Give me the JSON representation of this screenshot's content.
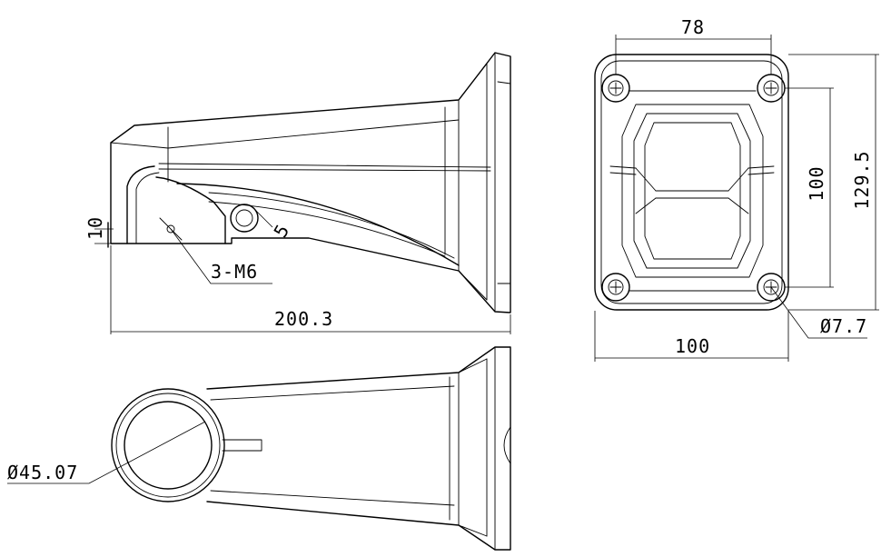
{
  "dimensions": {
    "overall_length": "200.3",
    "thread_label": "3-M6",
    "side_radius": "5",
    "side_offset": "10",
    "pipe_diameter": "Ø45.07",
    "plate_hole_spacing_x": "78",
    "plate_width": "100",
    "plate_hole_spacing_y": "100",
    "plate_height": "129.5",
    "plate_hole_diameter": "Ø7.7"
  }
}
